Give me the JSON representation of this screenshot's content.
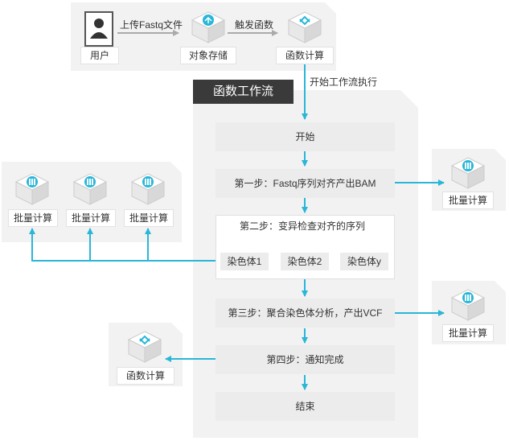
{
  "top": {
    "user_label": "用户",
    "upload_label": "上传Fastq文件",
    "storage_label": "对象存储",
    "trigger_label": "触发函数",
    "function_label": "函数计算"
  },
  "workflow": {
    "tag": "函数工作流",
    "start_exec_label": "开始工作流执行",
    "steps": {
      "start": "开始",
      "step1": "第一步：Fastq序列对齐产出BAM",
      "step2": "第二步：变异检查对齐的序列",
      "chrom1": "染色体1",
      "chrom2": "染色体2",
      "chromy": "染色体y",
      "step3": "第三步：聚合染色体分析，产出VCF",
      "step4": "第四步：通知完成",
      "end": "结束"
    }
  },
  "batch_left": {
    "labels": [
      "批量计算",
      "批量计算",
      "批量计算"
    ]
  },
  "batch_right": {
    "label1": "批量计算",
    "label2": "批量计算"
  },
  "function_left": {
    "label": "函数计算"
  },
  "colors": {
    "accent": "#29b6d8",
    "dashed": "#1aa3d4"
  }
}
